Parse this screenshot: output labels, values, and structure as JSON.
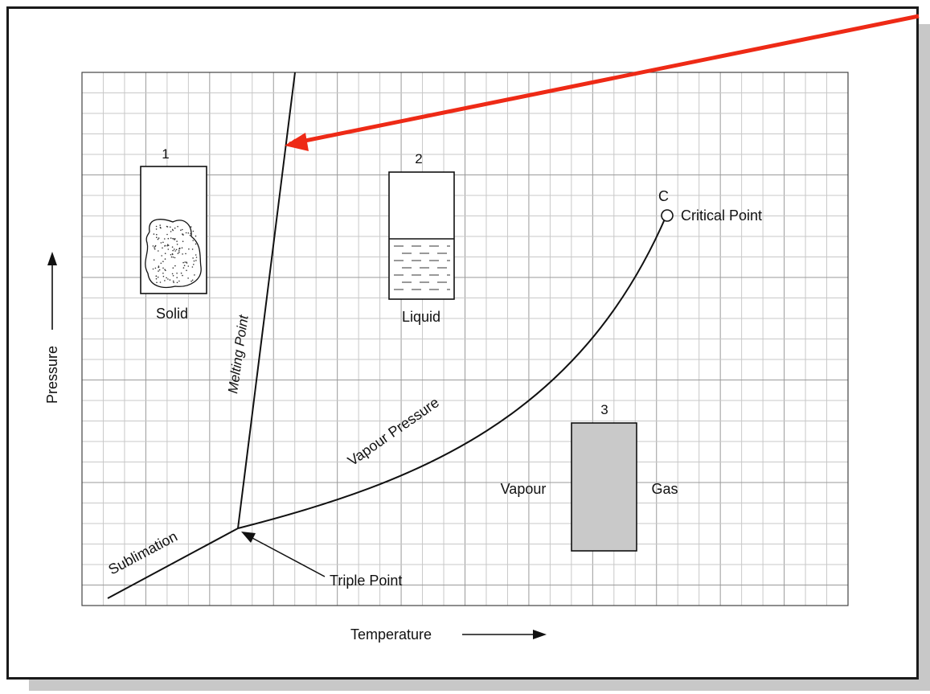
{
  "axes": {
    "x_label": "Temperature",
    "y_label": "Pressure"
  },
  "curves": {
    "melting": "Melting Point",
    "vapour": "Vapour Pressure",
    "sublimation": "Sublimation"
  },
  "points": {
    "triple": "Triple Point",
    "critical_letter": "C",
    "critical": "Critical Point"
  },
  "containers": {
    "solid": {
      "number": "1",
      "label": "Solid"
    },
    "liquid": {
      "number": "2",
      "label": "Liquid"
    },
    "gas": {
      "number": "3",
      "left_label": "Vapour",
      "right_label": "Gas"
    }
  },
  "colors": {
    "annotation_arrow": "#ee2a16",
    "gas_fill": "#c9c9c9",
    "grid": "#c8c8c8"
  }
}
